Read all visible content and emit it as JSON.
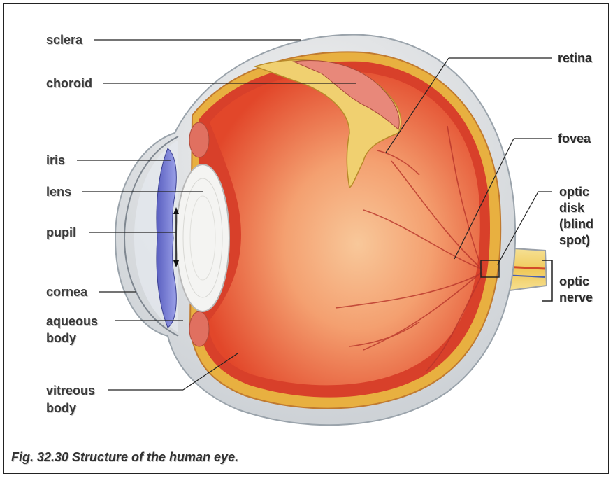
{
  "diagram": {
    "labels": {
      "sclera": "sclera",
      "choroid": "choroid",
      "iris": "iris",
      "lens": "lens",
      "pupil": "pupil",
      "cornea": "cornea",
      "aqueous_line1": "aqueous",
      "aqueous_line2": "body",
      "vitreous_line1": "vitreous",
      "vitreous_line2": "body",
      "retina": "retina",
      "fovea": "fovea",
      "optic_disk_line1": "optic",
      "optic_disk_line2": "disk",
      "optic_disk_line3": "(blind",
      "optic_disk_line4": "spot)",
      "optic_nerve_line1": "optic",
      "optic_nerve_line2": "nerve"
    },
    "caption": "Fig. 32.30  Structure of the human eye."
  }
}
